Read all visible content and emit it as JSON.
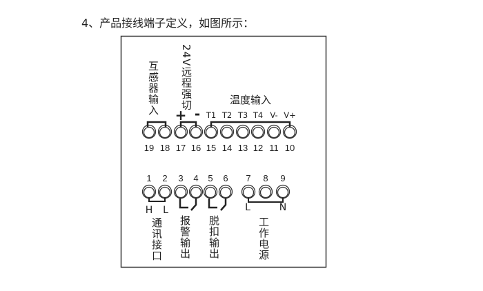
{
  "heading": "4、产品接线端子定义，如图所示：",
  "top": {
    "ct_input_label": "互感器输入",
    "remote_trip_label": "24V远程强切",
    "plus": "+",
    "minus": "-",
    "temp_input_label": "温度输入",
    "channels": [
      "T1",
      "T2",
      "T3",
      "T4",
      "V-",
      "V+"
    ],
    "terminals": [
      "19",
      "18",
      "17",
      "16",
      "15",
      "14",
      "13",
      "12",
      "11",
      "10"
    ]
  },
  "bottom": {
    "terminals": [
      "1",
      "2",
      "3",
      "4",
      "5",
      "6",
      "7",
      "8",
      "9"
    ],
    "h": "H",
    "l": "L",
    "power_l": "L",
    "power_n": "N",
    "comm_label": "通讯接口",
    "alarm_label": "报警输出",
    "trip_label": "脱扣输出",
    "power_label": "工作电源"
  }
}
